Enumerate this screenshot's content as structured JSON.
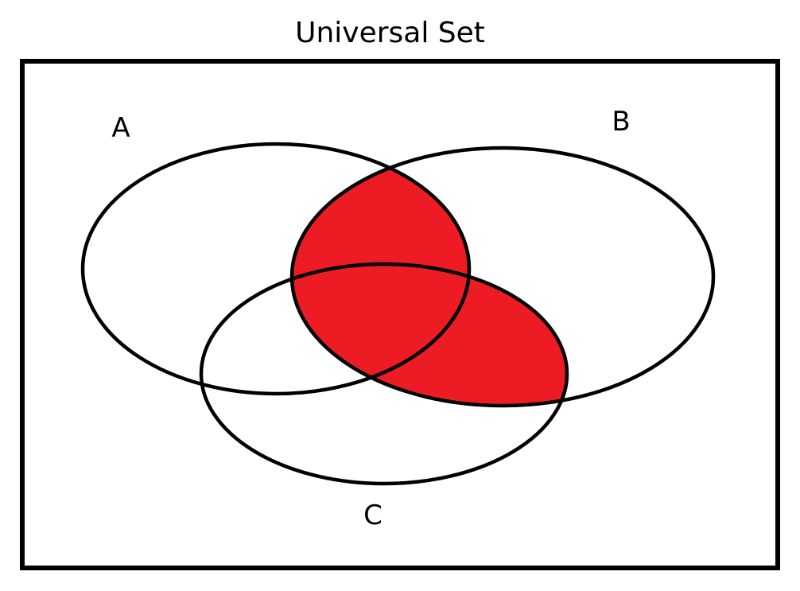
{
  "diagram": {
    "title": "Universal Set",
    "set_labels": {
      "a": "A",
      "b": "B",
      "c": "C"
    },
    "shaded_region_expression": "(A ∩ B) ∪ (B ∩ C)",
    "colors": {
      "shaded_fill": "#ED1C24",
      "outline": "#000000",
      "background": "#FFFFFF"
    }
  }
}
